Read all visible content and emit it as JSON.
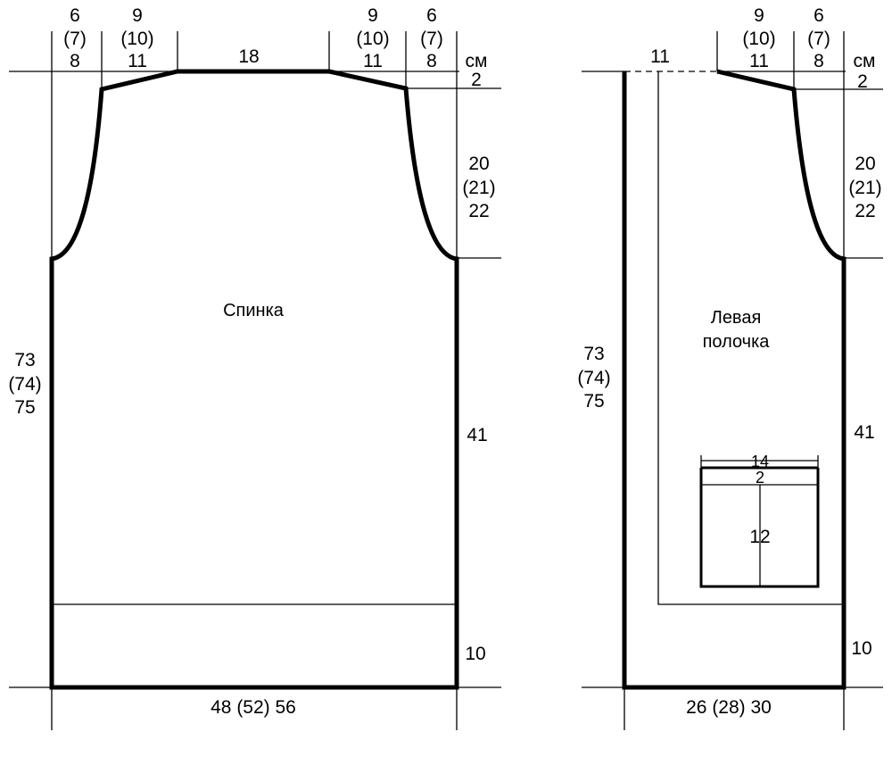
{
  "back": {
    "title": "Спинка",
    "top_left": {
      "shoulder": [
        "6",
        "(7)",
        "8"
      ],
      "armhole_slope": [
        "9",
        "(10)",
        "11"
      ]
    },
    "top_right": {
      "armhole_slope": [
        "9",
        "(10)",
        "11"
      ],
      "shoulder": [
        "6",
        "(7)",
        "8"
      ]
    },
    "neck": "18",
    "unit": "см",
    "shoulder_drop": "2",
    "armhole_height": [
      "20",
      "(21)",
      "22"
    ],
    "total_length": [
      "73",
      "(74)",
      "75"
    ],
    "side_length": "41",
    "band": "10",
    "width": "48 (52) 56"
  },
  "front": {
    "title_line1": "Левая",
    "title_line2": "полочка",
    "top": {
      "slope": [
        "9",
        "(10)",
        "11"
      ],
      "shoulder": [
        "6",
        "(7)",
        "8"
      ]
    },
    "neck": "11",
    "unit": "см",
    "shoulder_drop": "2",
    "armhole_height": [
      "20",
      "(21)",
      "22"
    ],
    "total_length": [
      "73",
      "(74)",
      "75"
    ],
    "side_length": "41",
    "band": "10",
    "width": "26 (28) 30",
    "pocket": {
      "width": "14",
      "band": "2",
      "height": "12"
    }
  }
}
